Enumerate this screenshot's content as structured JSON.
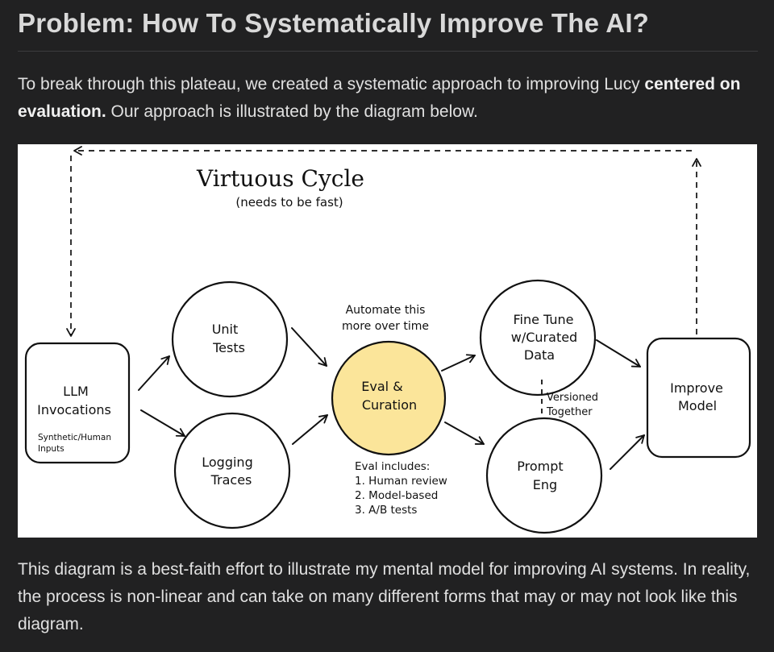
{
  "article": {
    "heading": "Problem: How To Systematically Improve The AI?",
    "intro_text": "To break through this plateau, we created a systematic approach to improving Lucy ",
    "intro_bold": "centered on evaluation.",
    "intro_rest": " Our approach is illustrated by the diagram below.",
    "outro": "This diagram is a best-faith effort to illustrate my mental model for improving AI systems. In reality, the process is non-linear and can take on many different forms that may or may not look like this diagram."
  },
  "diagram": {
    "title": "Virtuous Cycle",
    "subtitle": "(needs to be fast)",
    "llm_box": {
      "line1": "LLM",
      "line2": "Invocations",
      "note1": "Synthetic/Human",
      "note2": "Inputs"
    },
    "unit_tests": {
      "line1": "Unit",
      "line2": "Tests"
    },
    "logging": {
      "line1": "Logging",
      "line2": "Traces"
    },
    "eval": {
      "line1": "Eval &",
      "line2": "Curation",
      "fill": "#fbe59a"
    },
    "automate": {
      "line1": "Automate this",
      "line2": "more over time"
    },
    "eval_includes": {
      "heading": "Eval includes:",
      "items": [
        "1. Human review",
        "2. Model-based",
        "3. A/B tests"
      ]
    },
    "fine_tune": {
      "line1": "Fine Tune",
      "line2": "w/Curated",
      "line3": "Data"
    },
    "versioned": {
      "line1": "Versioned",
      "line2": "Together"
    },
    "prompt_eng": {
      "line1": "Prompt",
      "line2": "Eng"
    },
    "improve": {
      "line1": "Improve",
      "line2": "Model"
    }
  }
}
